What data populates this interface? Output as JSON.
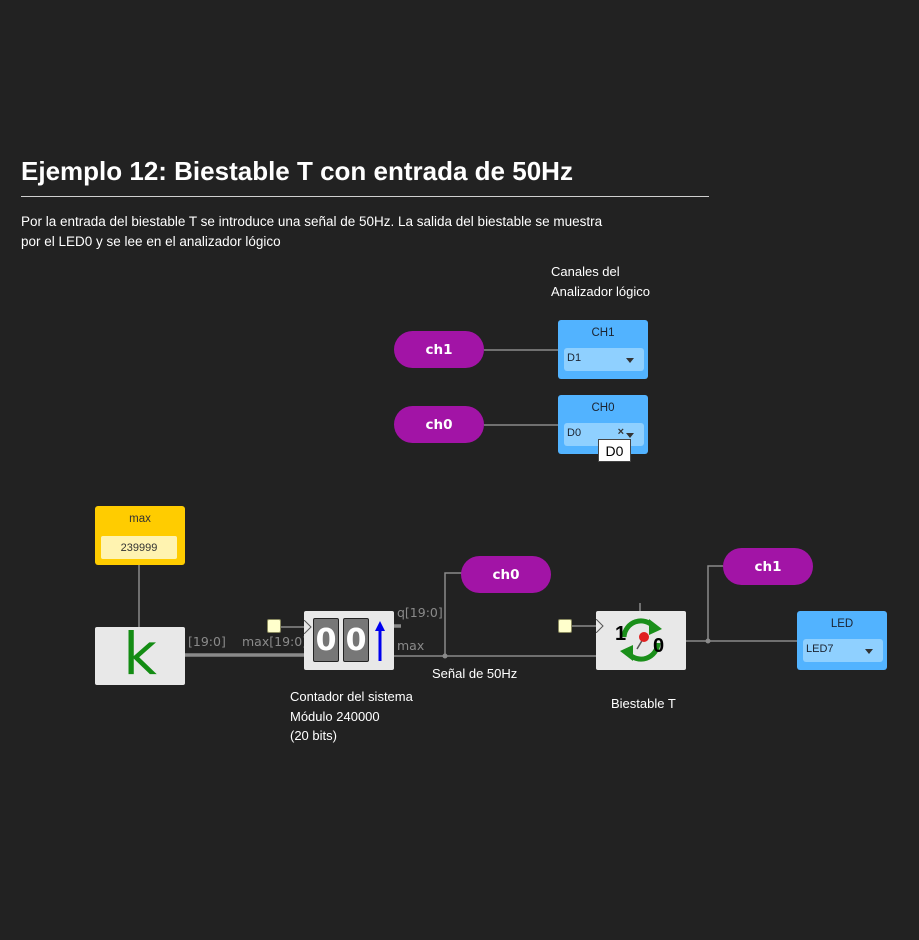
{
  "page": {
    "title": "Ejemplo 12: Biestable T con entrada de 50Hz",
    "description": "Por la entrada del biestable T se introduce una señal de 50Hz. La salida del biestable se muestra por el LED0 y se lee en el analizador lógico"
  },
  "analyzer": {
    "caption_line1": "Canales del",
    "caption_line2": "Analizador lógico",
    "ch1": {
      "tag": "ch1",
      "title": "CH1",
      "value": "D1"
    },
    "ch0": {
      "tag": "ch0",
      "title": "CH0",
      "value": "D0",
      "clear": "×",
      "tooltip": "D0"
    }
  },
  "constant": {
    "title": "max",
    "value": "239999",
    "symbol": "k"
  },
  "counter": {
    "digits": [
      "0",
      "0"
    ],
    "label_in": "[19:0]",
    "label_max_in": "max[19:0]",
    "label_q": "q[19:0]",
    "label_max_out": "max",
    "caption_line1": "Contador del sistema",
    "caption_line2": "Módulo 240000",
    "caption_line3": "(20 bits)"
  },
  "signal": {
    "tag": "ch0",
    "caption": "Señal de 50Hz"
  },
  "flipflop": {
    "one": "1",
    "zero": "0",
    "caption": "Biestable T",
    "out_tag": "ch1"
  },
  "led": {
    "title": "LED",
    "value": "LED7"
  },
  "colors": {
    "background": "#222222",
    "tag": "#a214a6",
    "panel": "#52b3ff",
    "constant": "#ffcc00",
    "k_green": "#138c13",
    "wire": "#8a8a8a"
  }
}
